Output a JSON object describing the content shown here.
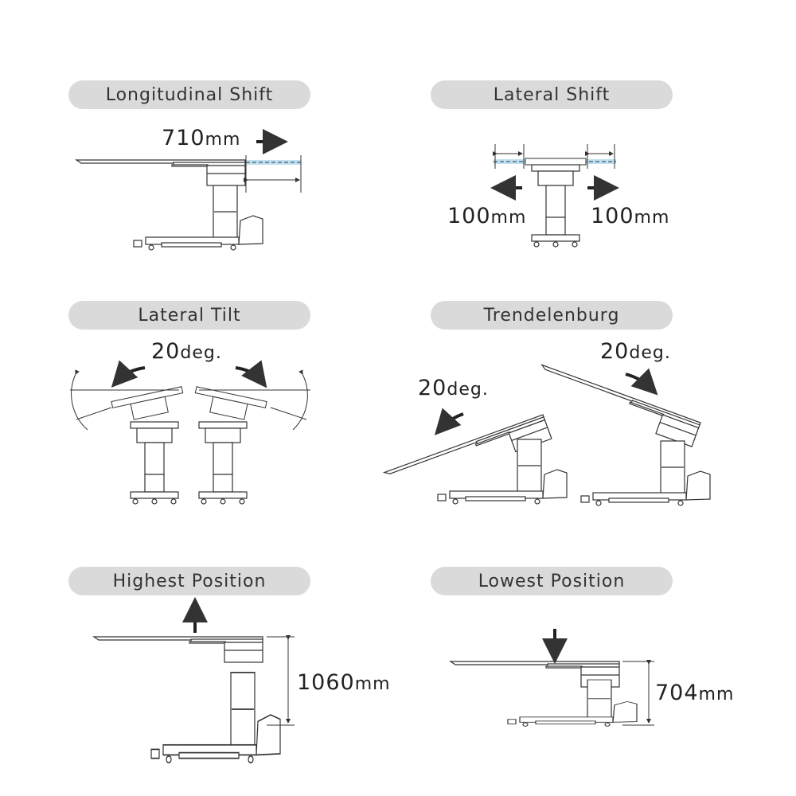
{
  "panels": [
    {
      "title": "Longitudinal Shift",
      "value": "710",
      "unit": "mm"
    },
    {
      "title": "Lateral Shift",
      "value_left": "100",
      "value_right": "100",
      "unit": "mm"
    },
    {
      "title": "Lateral Tilt",
      "value": "20",
      "unit": "deg."
    },
    {
      "title": "Trendelenburg",
      "value_left": "20",
      "value_right": "20",
      "unit": "deg."
    },
    {
      "title": "Highest Position",
      "value": "1060",
      "unit": "mm"
    },
    {
      "title": "Lowest Position",
      "value": "704",
      "unit": "mm"
    }
  ],
  "colors": {
    "pill": "#dadada",
    "shift_highlight": "#bfe0f2",
    "line": "#333333"
  }
}
